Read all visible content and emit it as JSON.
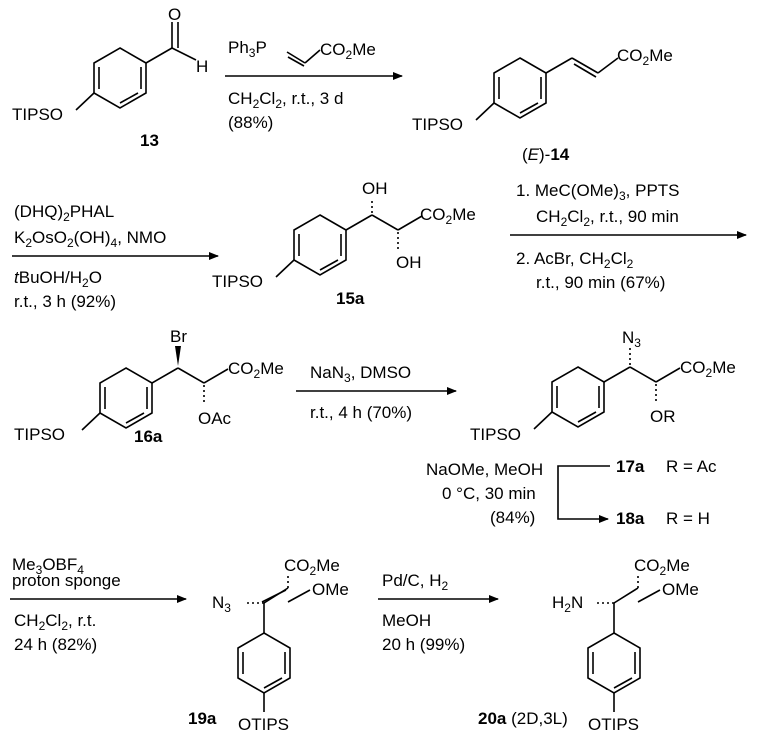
{
  "compounds": {
    "c13": {
      "label": "13",
      "otips": "TIPSO",
      "cho_o": "O",
      "cho_h": "H"
    },
    "c14": {
      "label": "14",
      "prefix": "(",
      "stereo": "E",
      "suffix": ")-",
      "otips": "TIPSO",
      "ester": "CO",
      "ester_sub": "2",
      "ester_me": "Me"
    },
    "c15a": {
      "label": "15a",
      "otips": "TIPSO",
      "oh1": "OH",
      "oh2": "OH",
      "ester": "CO",
      "ester_sub": "2",
      "ester_me": "Me"
    },
    "c16a": {
      "label": "16a",
      "otips": "TIPSO",
      "br": "Br",
      "oac": "OAc",
      "ester": "CO",
      "ester_sub": "2",
      "ester_me": "Me"
    },
    "c17": {
      "otips": "TIPSO",
      "n3": "N",
      "n3_sub": "3",
      "or": "OR",
      "ester": "CO",
      "ester_sub": "2",
      "ester_me": "Me"
    },
    "c17a": {
      "label": "17a",
      "r": "R = Ac"
    },
    "c18a": {
      "label": "18a",
      "r": "R = H"
    },
    "c19a": {
      "label": "19a",
      "otips": "OTIPS",
      "n3": "N",
      "n3_sub": "3",
      "ome": "OMe",
      "ester": "CO",
      "ester_sub": "2",
      "ester_me": "Me"
    },
    "c20a": {
      "label": "20a",
      "label_note": " (2D,3L)",
      "otips": "OTIPS",
      "h2n": "H",
      "h2n_sub": "2",
      "h2n_n": "N",
      "ome": "OMe",
      "ester": "CO",
      "ester_sub": "2",
      "ester_me": "Me"
    }
  },
  "steps": {
    "s1": {
      "reagent_a": "Ph",
      "reagent_a_sub": "3",
      "reagent_a_p": "P",
      "reagent_b": "CO",
      "reagent_b_sub": "2",
      "reagent_b_me": "Me",
      "cond_a": "CH",
      "cond_a_sub": "2",
      "cond_a_cl": "Cl",
      "cond_a_sub2": "2",
      "cond_a_rest": ", r.t., 3 d",
      "yield": "(88%)"
    },
    "s2": {
      "l1a": "(DHQ)",
      "l1_sub": "2",
      "l1b": "PHAL",
      "l2a": "K",
      "l2_s1": "2",
      "l2b": "OsO",
      "l2_s2": "2",
      "l2c": "(OH)",
      "l2_s3": "4",
      "l2d": ", NMO",
      "l3a": "t",
      "l3b": "BuOH/H",
      "l3_sub": "2",
      "l3c": "O",
      "l4": "r.t., 3 h (92%)"
    },
    "s3": {
      "l1a": "1. MeC(OMe)",
      "l1_sub": "3",
      "l1b": ", PPTS",
      "l2a": "CH",
      "l2_s1": "2",
      "l2b": "Cl",
      "l2_s2": "2",
      "l2c": ", r.t., 90 min",
      "l3a": "2. AcBr, CH",
      "l3_s1": "2",
      "l3b": "Cl",
      "l3_s2": "2",
      "l4": "r.t., 90 min (67%)"
    },
    "s4": {
      "l1a": "NaN",
      "l1_sub": "3",
      "l1b": ", DMSO",
      "l2": "r.t., 4 h (70%)"
    },
    "s5": {
      "l1": "NaOMe, MeOH",
      "l2": "0 °C, 30 min",
      "l3": "(84%)"
    },
    "s6": {
      "l1a": "Me",
      "l1_sub": "3",
      "l1b": "OBF",
      "l1_sub2": "4",
      "l2": "proton sponge",
      "l3a": "CH",
      "l3_s1": "2",
      "l3b": "Cl",
      "l3_s2": "2",
      "l3c": ", r.t.",
      "l4": "24 h (82%)"
    },
    "s7": {
      "l1a": "Pd/C, H",
      "l1_sub": "2",
      "l2": "MeOH",
      "l3": "20 h (99%)"
    }
  }
}
